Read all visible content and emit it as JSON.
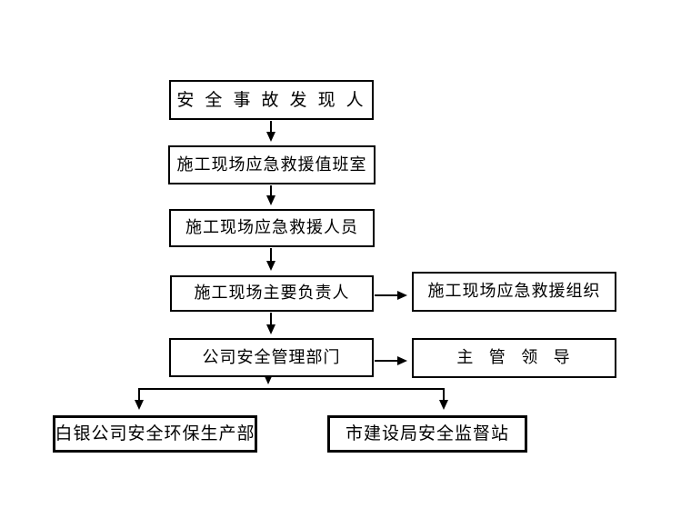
{
  "diagram": {
    "background_color": "#ffffff",
    "line_color": "#000000",
    "text_color": "#000000",
    "nodes": {
      "discoverer": {
        "label": "安 全 事 故 发 现 人"
      },
      "duty_room": {
        "label": "施工现场应急救援值班室"
      },
      "rescue_staff": {
        "label": "施工现场应急救援人员"
      },
      "site_chief": {
        "label": "施工现场主要负责人"
      },
      "rescue_org": {
        "label": "施工现场应急救援组织"
      },
      "company_safety_dept": {
        "label": "公司安全管理部门"
      },
      "supervisor": {
        "label": "主  管  领  导"
      },
      "baiyin_dept": {
        "label": "白银公司安全环保生产部"
      },
      "city_station": {
        "label": "市建设局安全监督站"
      }
    },
    "edges": [
      {
        "from": "discoverer",
        "to": "duty_room"
      },
      {
        "from": "duty_room",
        "to": "rescue_staff"
      },
      {
        "from": "rescue_staff",
        "to": "site_chief"
      },
      {
        "from": "site_chief",
        "to": "rescue_org"
      },
      {
        "from": "site_chief",
        "to": "company_safety_dept"
      },
      {
        "from": "company_safety_dept",
        "to": "supervisor"
      },
      {
        "from": "company_safety_dept",
        "to": "baiyin_dept"
      },
      {
        "from": "company_safety_dept",
        "to": "city_station"
      }
    ]
  }
}
